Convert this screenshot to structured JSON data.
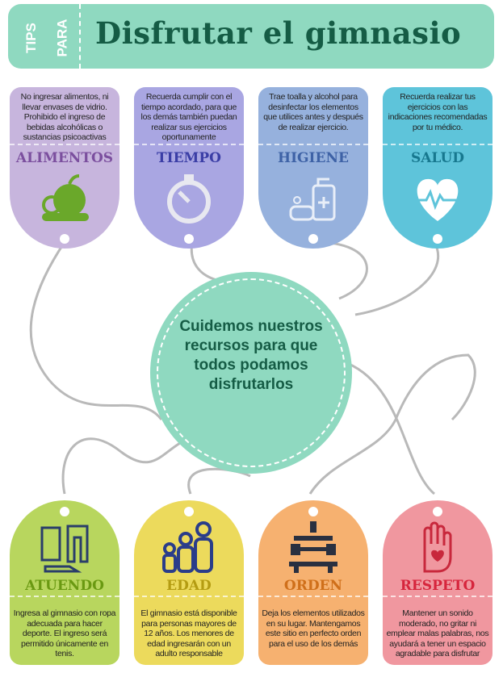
{
  "header": {
    "tips": "TIPS",
    "para": "PARA",
    "title": "Disfrutar el gimnasio"
  },
  "center": {
    "message": "Cuidemos nuestros recursos para que todos podamos disfrutarlos"
  },
  "top_cards": [
    {
      "label": "ALIMENTOS",
      "text": "No  ingresar alimentos, ni llevar envases de vidrio. Prohibido el ingreso de bebidas alcohólicas o sustancias psicoactivas",
      "icon": "fruit-icon",
      "bg": "#c7b5dd",
      "color": "#7b4f9e"
    },
    {
      "label": "TIEMPO",
      "text": "Recuerda cumplir con el tiempo acordado, para que los demás también puedan realizar sus ejercicios oportunamente",
      "icon": "stopwatch-icon",
      "bg": "#a9a6e2",
      "color": "#3b3ea6"
    },
    {
      "label": "HIGIENE",
      "text": "Trae toalla y alcohol para desinfectar los elementos que utilices antes y después de realizar ejercicio.",
      "icon": "soap-icon",
      "bg": "#96b1dd",
      "color": "#3e62a6"
    },
    {
      "label": "SALUD",
      "text": "Recuerda realizar tus ejercicios con las indicaciones recomendadas por tu médico.",
      "icon": "heart-pulse-icon",
      "bg": "#5ec4da",
      "color": "#17788f"
    }
  ],
  "bottom_cards": [
    {
      "label": "ATUENDO",
      "text": "Ingresa al gimnasio con ropa adecuada para hacer deporte. El ingreso será permitido únicamente en tenis.",
      "icon": "clothing-icon",
      "bg": "#b8d65e",
      "color": "#6a9912"
    },
    {
      "label": "EDAD",
      "text": "El gimnasio está disponible para personas mayores de 12 años. Los menores de edad ingresarán con un adulto responsable",
      "icon": "family-icon",
      "bg": "#ecda5c",
      "color": "#b49c12"
    },
    {
      "label": "ORDEN",
      "text": "Deja los elementos utilizados en su lugar. Mantengamos este sitio en perfecto orden para el uso de los demás",
      "icon": "dumbbell-rack-icon",
      "bg": "#f6b170",
      "color": "#cf6f1a"
    },
    {
      "label": "RESPETO",
      "text": "Mantener un sonido moderado, no gritar ni emplear malas palabras, nos ayudará a tener un espacio agradable para disfrutar",
      "icon": "hand-heart-icon",
      "bg": "#f0979f",
      "color": "#d6253c"
    }
  ]
}
